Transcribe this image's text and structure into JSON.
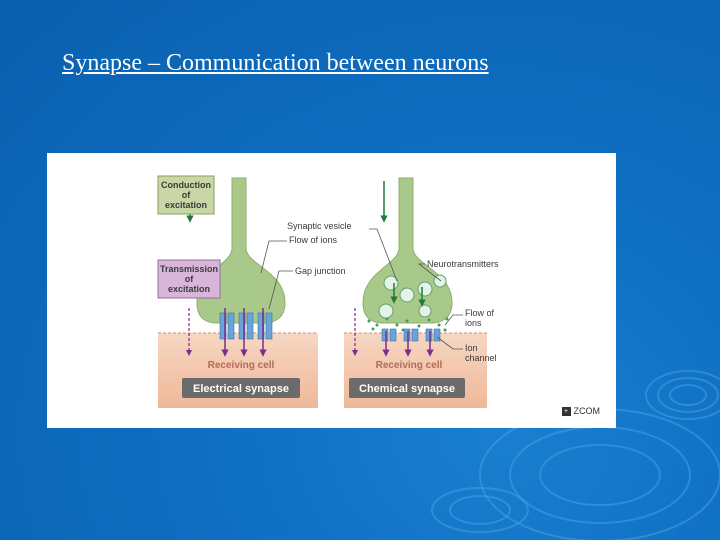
{
  "slide": {
    "title": "Synapse – Communication between neurons"
  },
  "diagram": {
    "box_conduction": [
      "Conduction",
      "of",
      "excitation"
    ],
    "box_transmission": [
      "Transmission",
      "of",
      "excitation"
    ],
    "labels": {
      "synaptic_vesicle": "Synaptic vesicle",
      "flow_of_ions_top": "Flow of ions",
      "gap_junction": "Gap junction",
      "neurotransmitters": "Neurotransmitters",
      "flow_of_ions_right": [
        "Flow of",
        "ions"
      ],
      "ion_channel": [
        "Ion",
        "channel"
      ],
      "receiving_cell_left": "Receiving cell",
      "receiving_cell_right": "Receiving cell",
      "electrical_synapse": "Electrical synapse",
      "chemical_synapse": "Chemical synapse"
    },
    "credit": "ZCOM",
    "credit_icon": "plus-icon"
  },
  "colors": {
    "background": "#0f6fc2",
    "axon": "#a9c98a",
    "receiving": "#f4c9ad",
    "purple_box": "#d8b6d9",
    "green_box": "#c9d6a6",
    "label_dark": "#6b6b6b"
  }
}
